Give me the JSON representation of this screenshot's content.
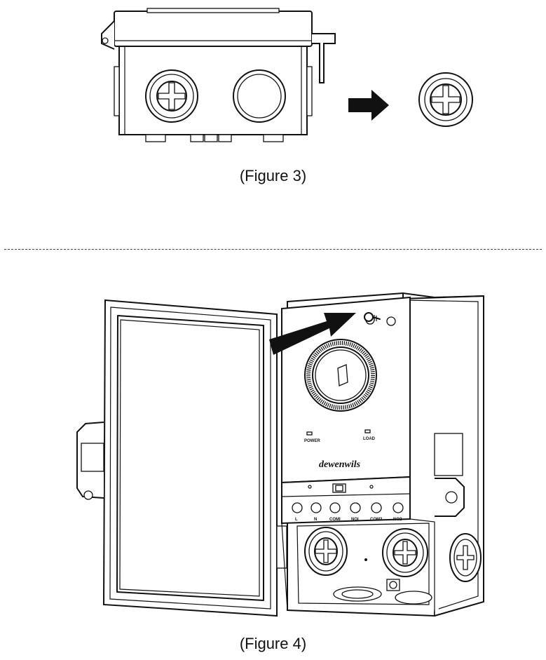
{
  "figure3": {
    "caption": "(Figure 3)"
  },
  "figure4": {
    "caption": "(Figure 4)",
    "panel": {
      "indicator_power": "POWER",
      "indicator_load": "LOAD",
      "brand": "dewenwils",
      "terminals": [
        "L",
        "N",
        "COMI",
        "NOI",
        "COM2",
        "NO2"
      ]
    }
  }
}
